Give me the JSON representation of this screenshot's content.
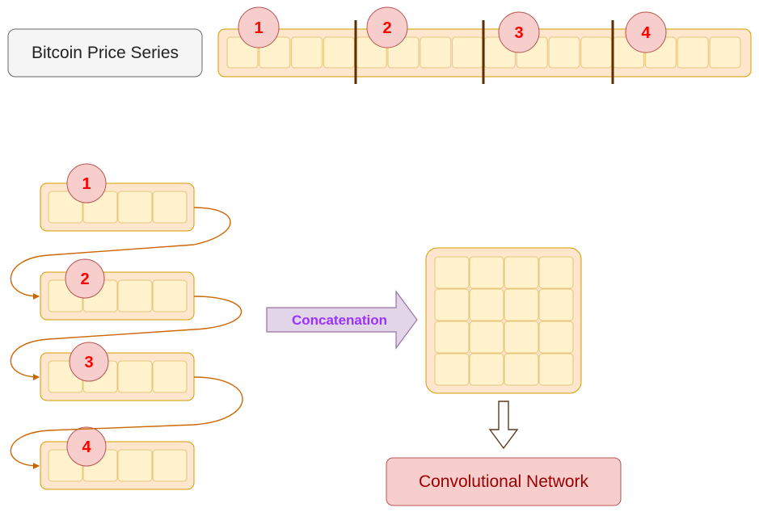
{
  "title_box": {
    "label": "Bitcoin Price Series"
  },
  "series_markers": [
    "1",
    "2",
    "3",
    "4"
  ],
  "segment_markers": [
    "1",
    "2",
    "3",
    "4"
  ],
  "concat_arrow": {
    "label": "Concatenation"
  },
  "network_box": {
    "label": "Convolutional Network"
  },
  "colors": {
    "container_fill": "#ffe6cc",
    "container_stroke": "#d79b00",
    "cell_fill": "#fff2cc",
    "cell_stroke": "#e6c57a",
    "divider": "#5c2e00",
    "marker_fill": "#f8cecc",
    "marker_stroke": "#b85450",
    "marker_text": "#ff0000",
    "connector": "#cc6600",
    "concat_fill": "#e1d5e7",
    "concat_stroke": "#9673a6",
    "concat_text": "#9933ff",
    "network_fill": "#f8cecc",
    "network_stroke": "#b85450",
    "network_text": "#990000",
    "down_arrow_stroke": "#5c3a1e"
  }
}
